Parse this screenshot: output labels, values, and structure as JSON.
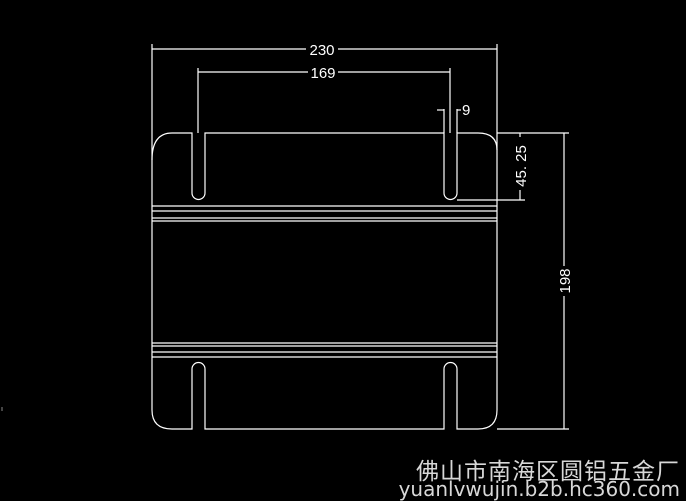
{
  "drawing": {
    "type": "CAD sheet-metal part drawing",
    "background_color": "#000000",
    "line_color": "#ffffff",
    "dimensions": {
      "overall_width": "230",
      "slot_spacing": "169",
      "slot_width": "9",
      "slot_depth": "45. 25",
      "overall_height": "198"
    }
  },
  "watermark": {
    "company": "佛山市南海区圆铝五金厂",
    "url": "yuanlvwujin.b2b.hc360.com"
  }
}
